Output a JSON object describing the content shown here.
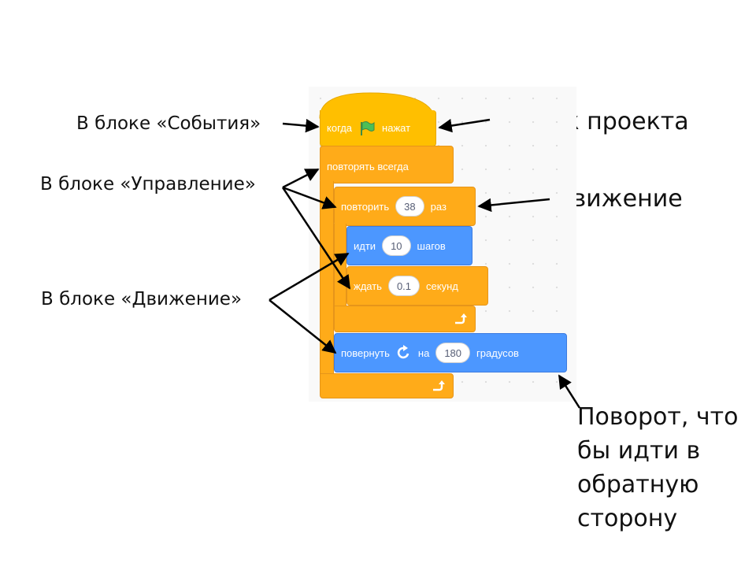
{
  "labels": {
    "events_block": "В блоке «События»",
    "control_block": "В блоке «Управление»",
    "motion_block": "В блоке «Движение»",
    "project_start": "Запуск проекта",
    "movement": "Движение",
    "turn_note": "Поворот, что\nбы идти в\nобратную\nсторону"
  },
  "script": {
    "when_flag": {
      "before": "когда",
      "after": "нажат",
      "icon": "green-flag-icon"
    },
    "forever": {
      "label": "повторять всегда",
      "icon": "loop-arrow-icon"
    },
    "repeat": {
      "label": "повторить",
      "count": "38",
      "unit": "раз",
      "icon": "loop-arrow-icon"
    },
    "move": {
      "label": "идти",
      "steps": "10",
      "unit": "шагов"
    },
    "wait": {
      "label": "ждать",
      "seconds": "0.1",
      "unit": "секунд"
    },
    "turn": {
      "label": "повернуть",
      "on": "на",
      "degrees": "180",
      "unit": "градусов",
      "icon": "rotate-clockwise-icon"
    }
  },
  "colors": {
    "events": "#ffbf00",
    "control": "#ffab19",
    "motion": "#4c97ff",
    "flag": "#4cbf56"
  }
}
